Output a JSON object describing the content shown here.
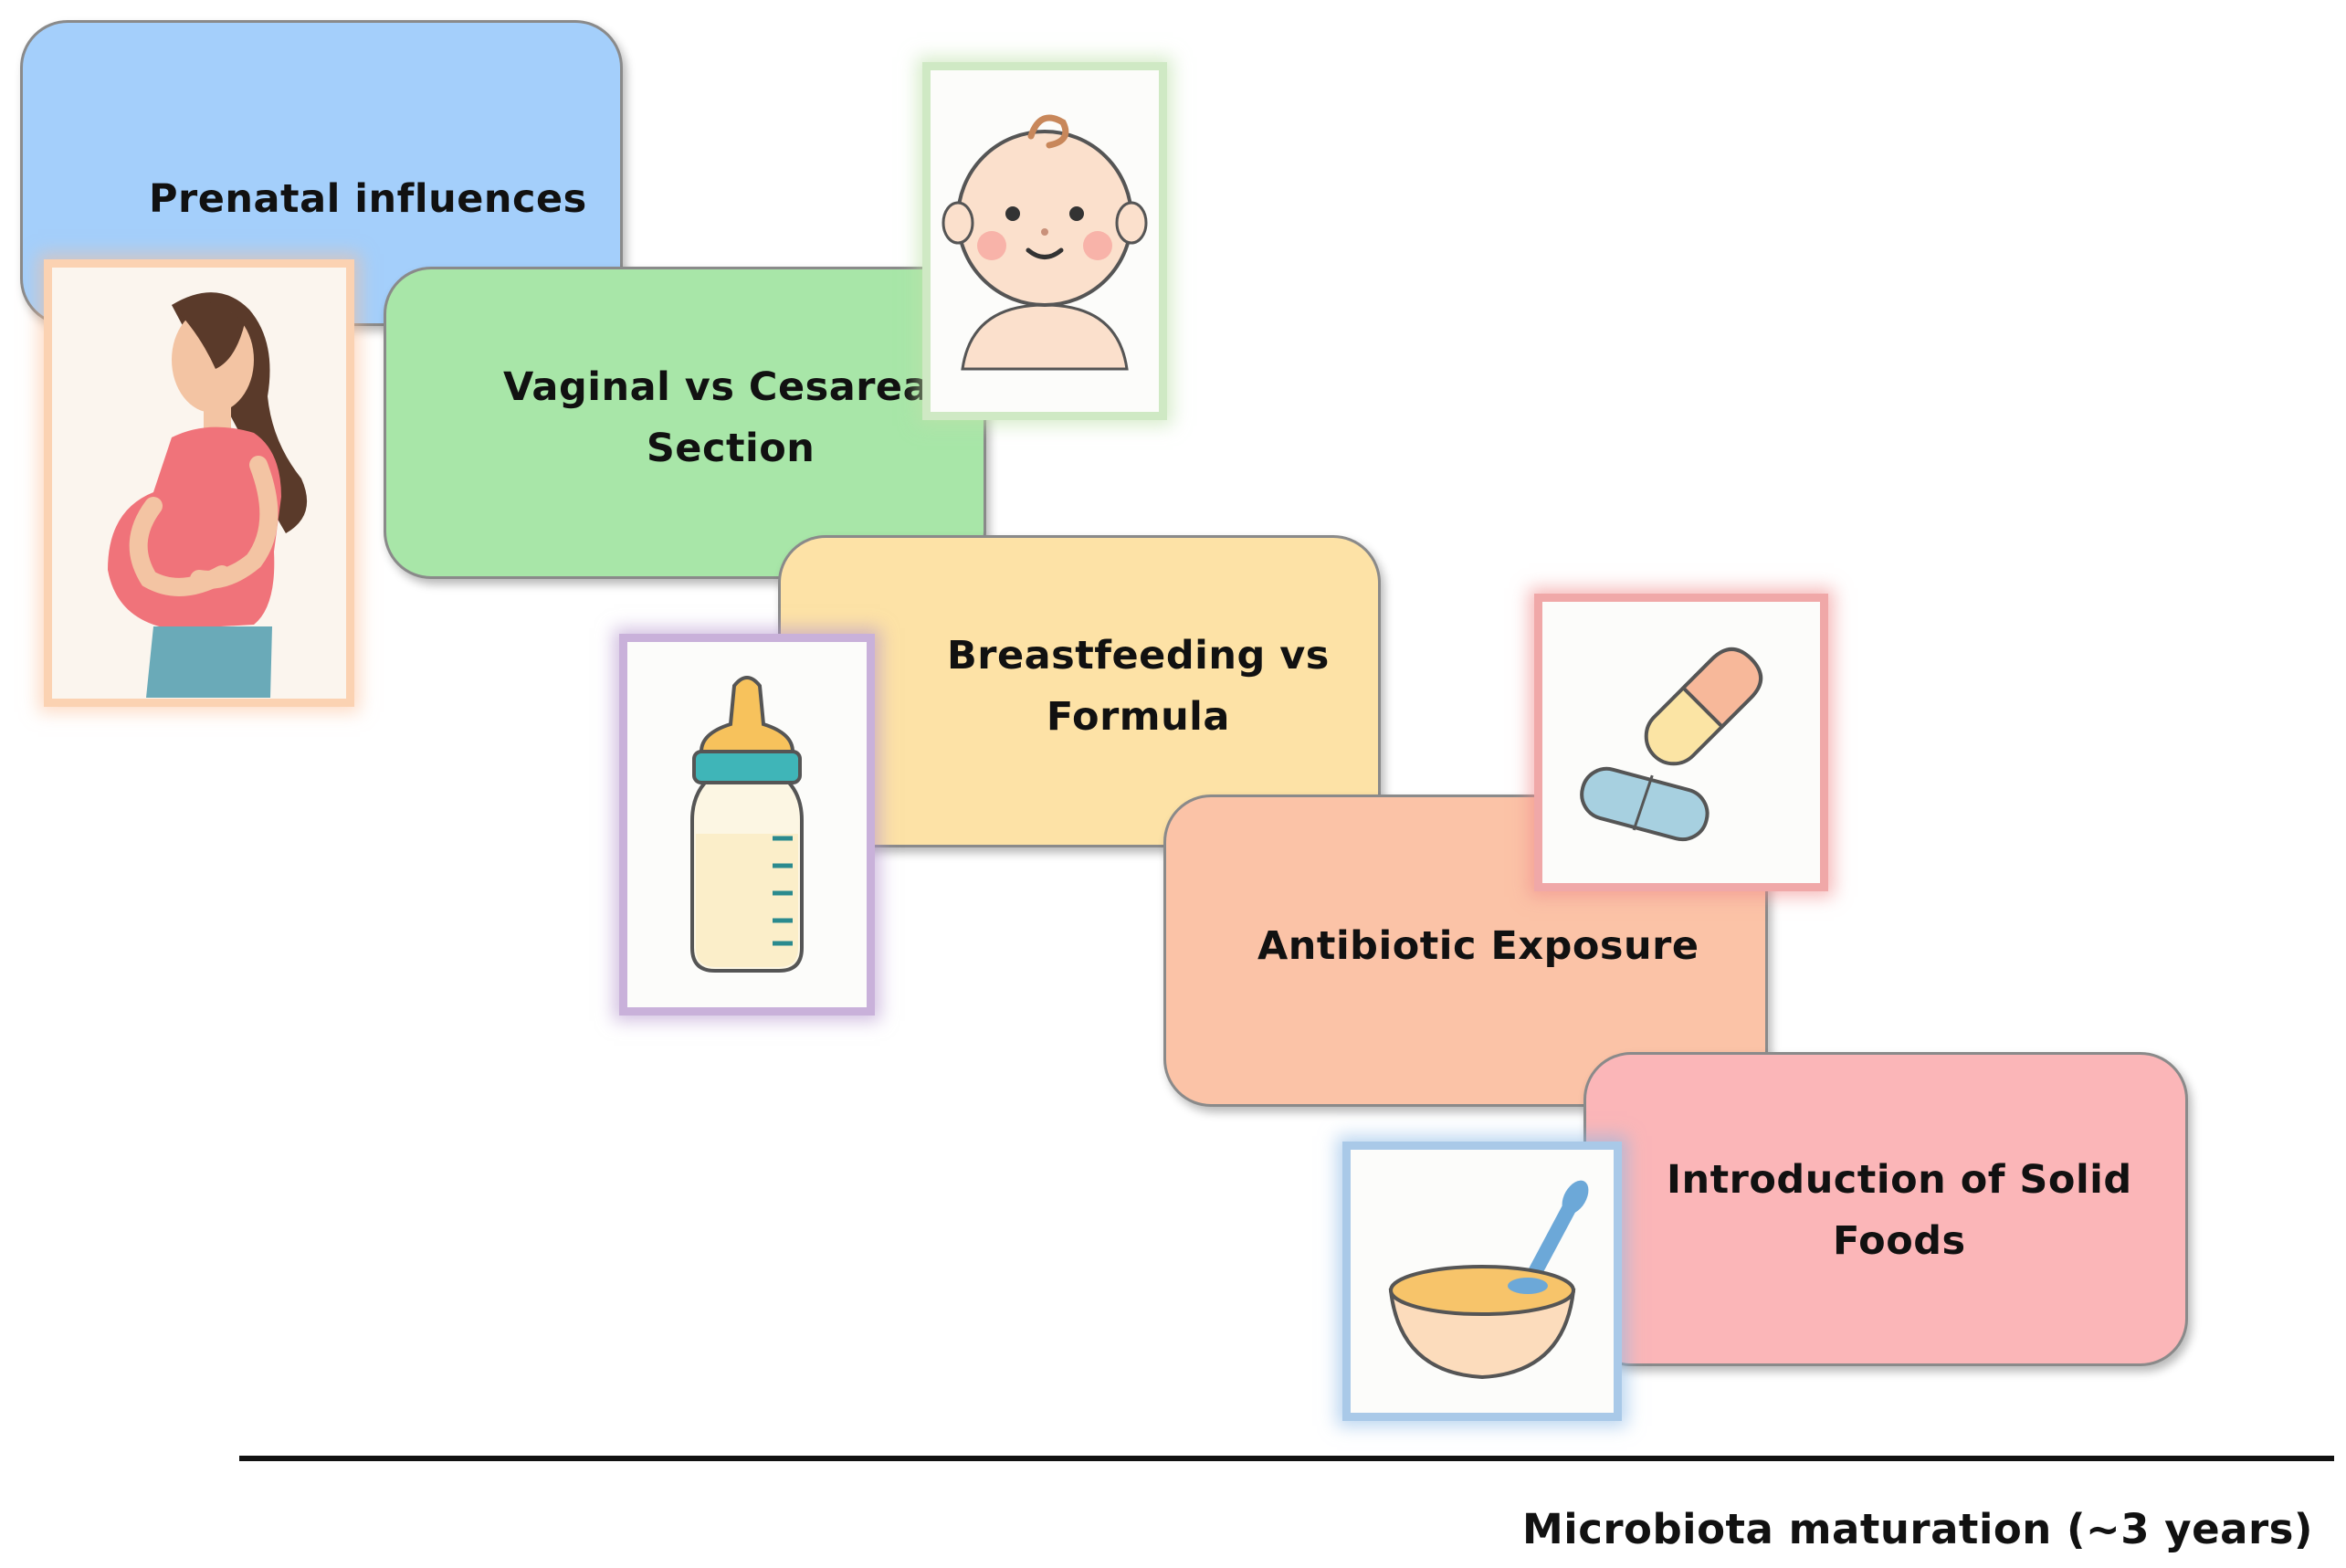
{
  "stages": [
    {
      "label": "Prenatal influences",
      "color": "#a4cffb",
      "icon": "pregnant-woman-icon"
    },
    {
      "label": "Vaginal vs Cesarean\nSection",
      "color": "#a8e6a8",
      "icon": "baby-face-icon"
    },
    {
      "label": "Breastfeeding vs\n Formula",
      "color": "#fde2a6",
      "icon": "baby-bottle-icon"
    },
    {
      "label": "Antibiotic  Exposure",
      "color": "#fbc3a7",
      "icon": "capsule-pills-icon"
    },
    {
      "label": "Introduction  of Solid\nFoods",
      "color": "#fbb6b8",
      "icon": "food-bowl-icon"
    }
  ],
  "axis": {
    "label": "Microbiota maturation  (~3 years)"
  }
}
